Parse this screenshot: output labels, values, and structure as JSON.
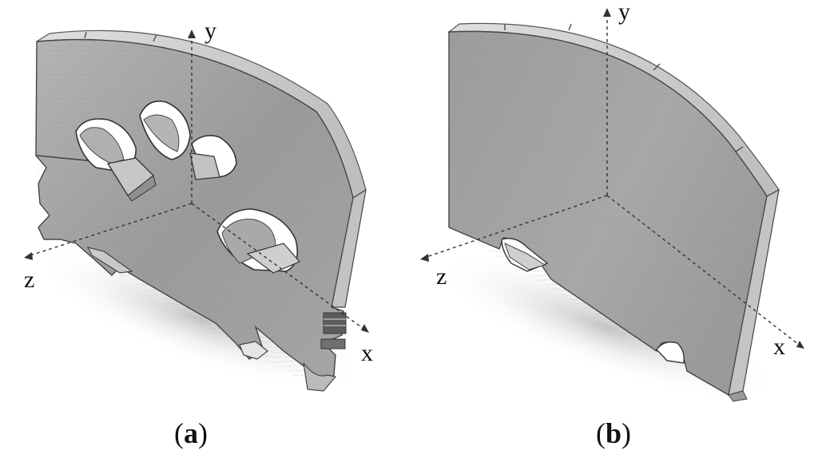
{
  "panels": [
    {
      "id": "a",
      "caption_open": "(",
      "caption_letter": "a",
      "caption_close": ")",
      "axes": {
        "x": "x",
        "y": "y",
        "z": "z"
      },
      "description_key": "violin-bridge-with-cutouts"
    },
    {
      "id": "b",
      "caption_open": "(",
      "caption_letter": "b",
      "caption_close": ")",
      "axes": {
        "x": "x",
        "y": "y",
        "z": "z"
      },
      "description_key": "simplified-bridge-solid-plate"
    }
  ],
  "colors": {
    "wood_face": "#a9a9a9",
    "wood_face_dark": "#8c8c8c",
    "edge_light": "#d6d6d6",
    "edge_dark": "#6f6f6f",
    "shadow": "#cfcfcf",
    "axis": "#333333"
  }
}
